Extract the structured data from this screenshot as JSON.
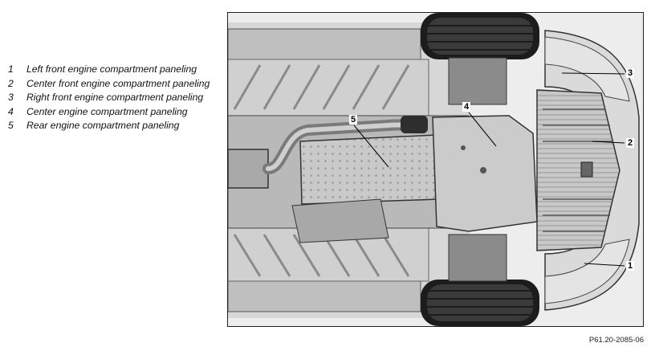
{
  "legend": [
    {
      "number": "1",
      "text": "Left front engine compartment paneling"
    },
    {
      "number": "2",
      "text": "Center front engine compartment paneling"
    },
    {
      "number": "3",
      "text": "Right front engine compartment paneling"
    },
    {
      "number": "4",
      "text": "Center engine compartment paneling"
    },
    {
      "number": "5",
      "text": "Rear engine compartment paneling"
    }
  ],
  "callouts": {
    "c1": "1",
    "c2": "2",
    "c3": "3",
    "c4": "4",
    "c5": "5"
  },
  "figure_code": "P61.20-2085-06",
  "colors": {
    "background": "#ffffff",
    "panel": "#c4c4c4",
    "frame": "#222222"
  }
}
